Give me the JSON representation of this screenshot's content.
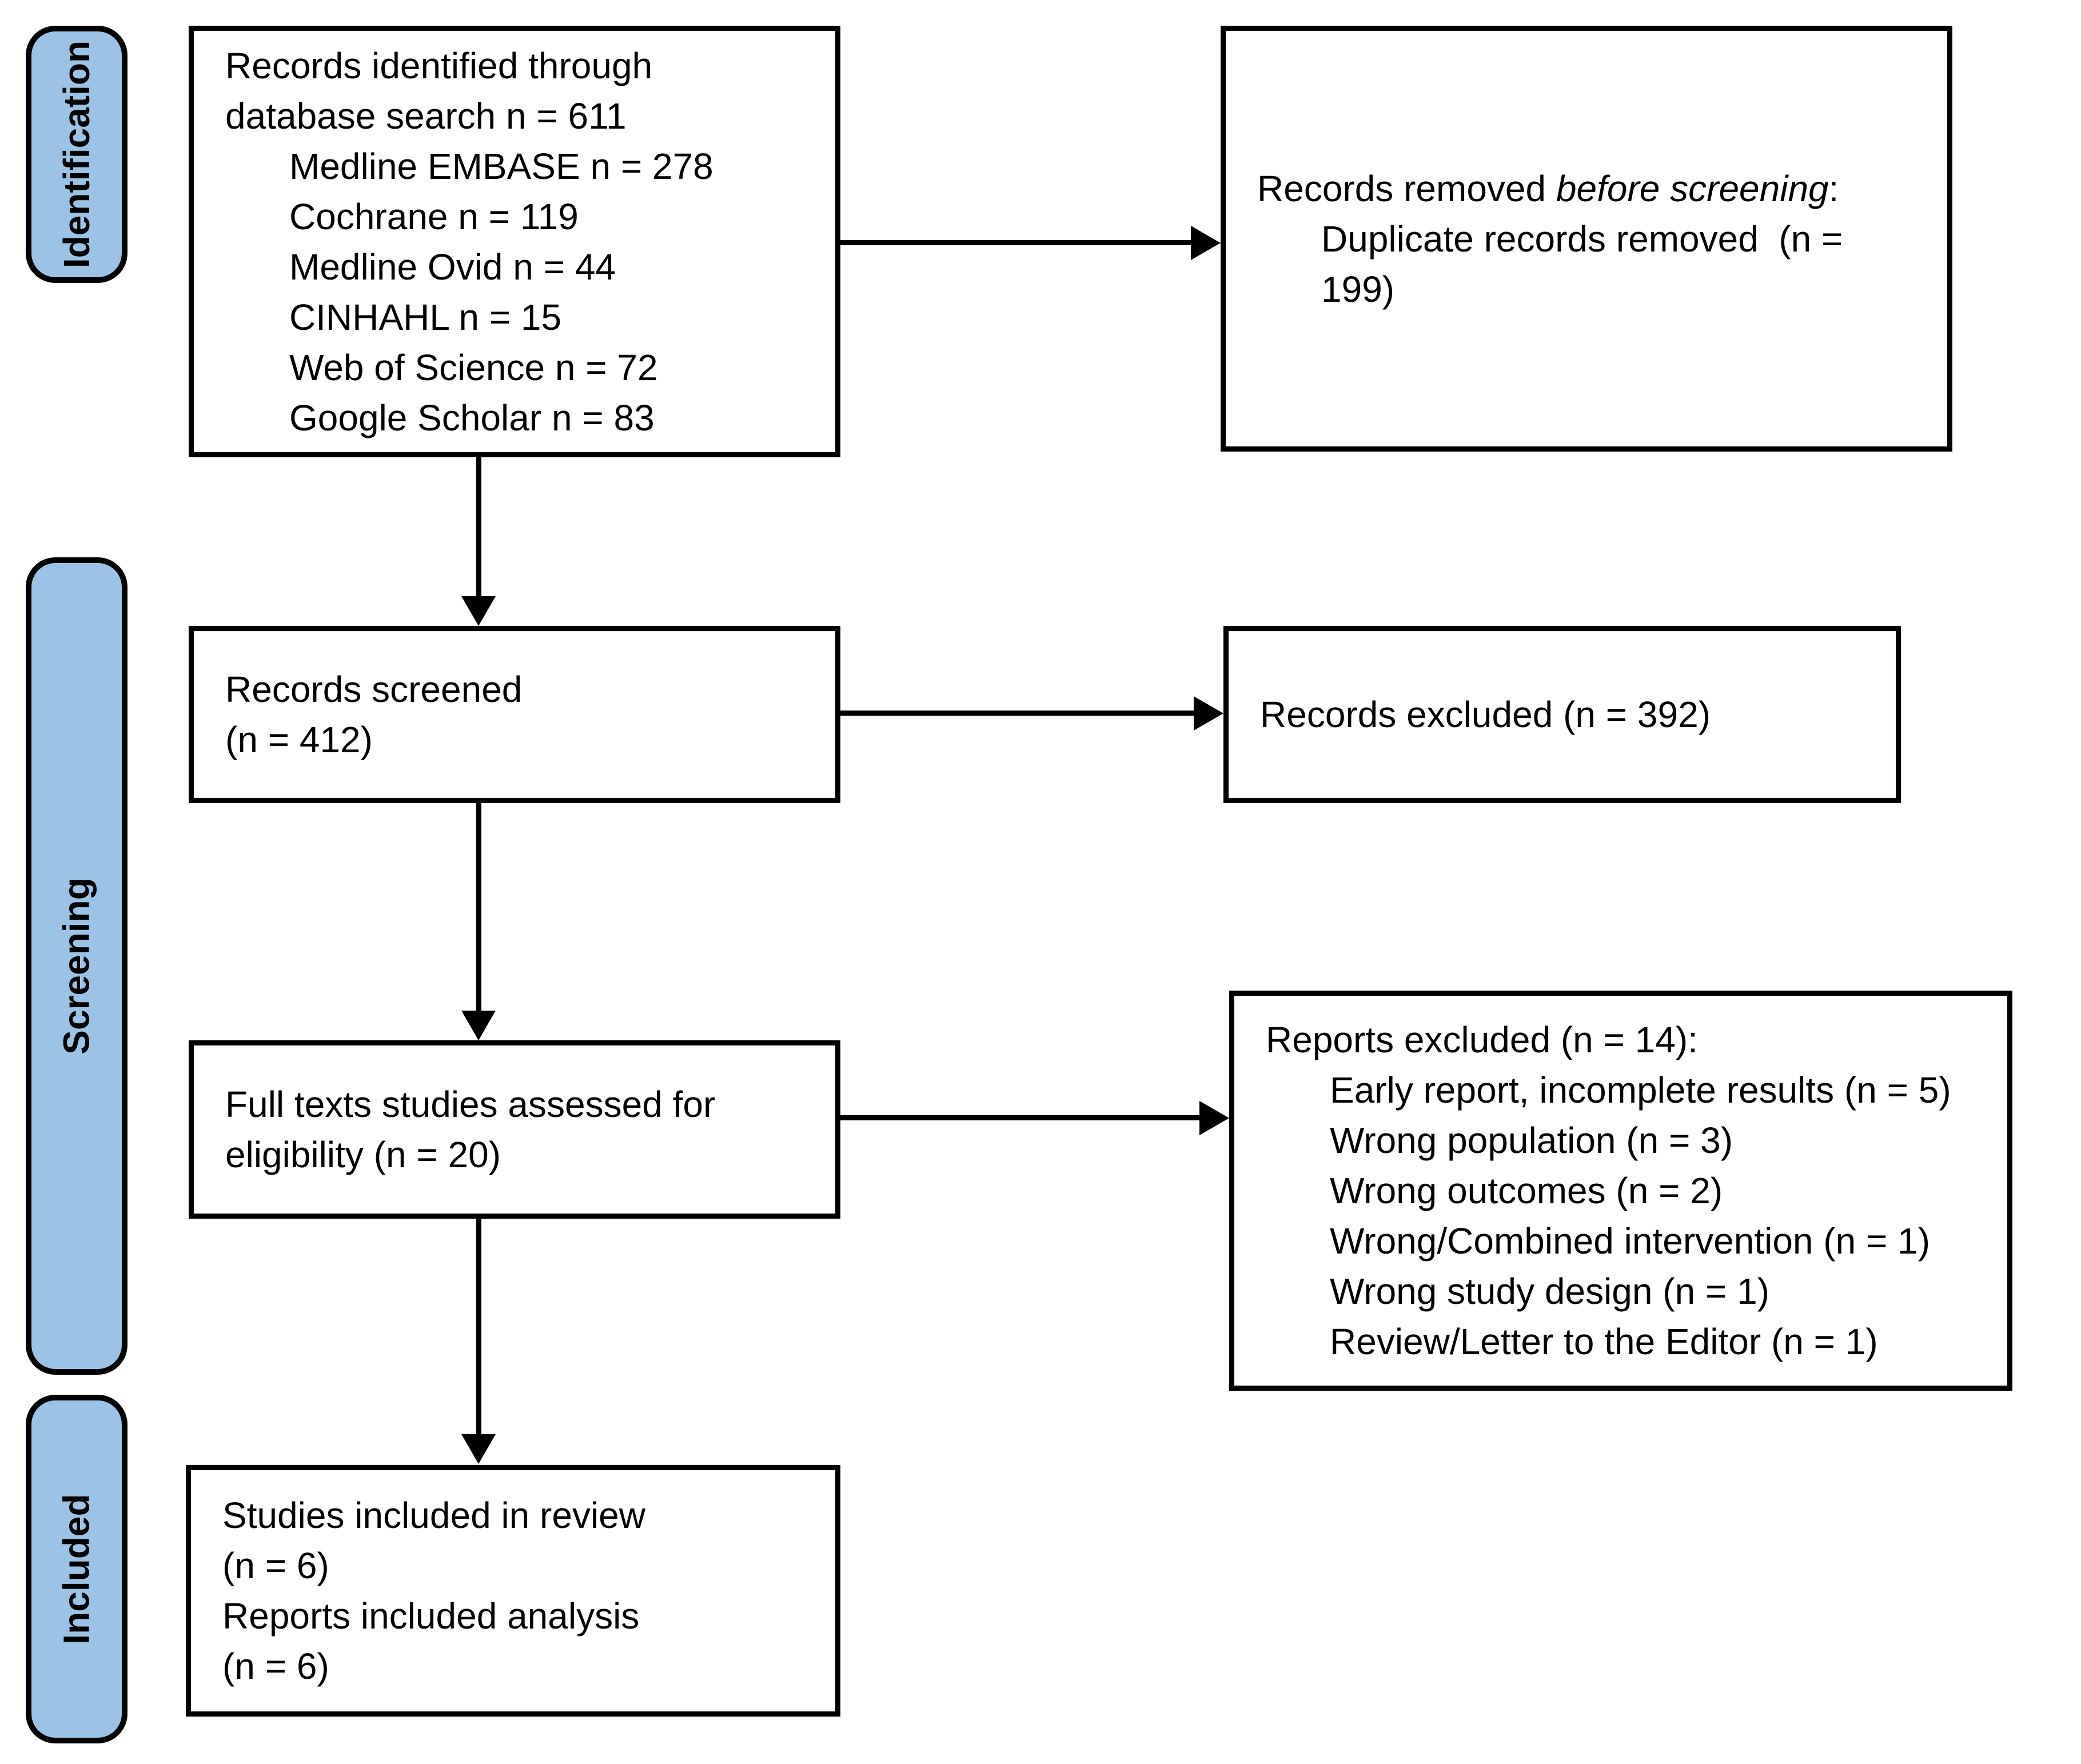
{
  "colors": {
    "stage_fill": "#9CC3E6",
    "border": "#000000",
    "background": "#FFFFFF",
    "text": "#000000"
  },
  "sidebar": {
    "stages": [
      {
        "label": "Identification"
      },
      {
        "label": "Screening"
      },
      {
        "label": "Included"
      }
    ]
  },
  "boxes": {
    "identified": {
      "title_lines": [
        "Records identified through",
        "database search n = 611"
      ],
      "items": [
        "Medline EMBASE n = 278",
        "Cochrane n = 119",
        "Medline Ovid n = 44",
        "CINHAHL n = 15",
        "Web of Science n = 72",
        "Google Scholar n = 83"
      ]
    },
    "removed": {
      "title_prefix": "Records removed ",
      "title_italic": "before screening",
      "title_suffix": ":",
      "item_lines": [
        "Duplicate records removed  (n =",
        "199)"
      ]
    },
    "screened": {
      "lines": [
        "Records screened",
        "(n = 412)"
      ]
    },
    "excluded_records": {
      "lines": [
        "Records excluded (n = 392)"
      ]
    },
    "fulltext": {
      "lines": [
        "Full texts studies assessed for",
        "eligibility (n = 20)"
      ]
    },
    "excluded_reports": {
      "title": "Reports excluded (n = 14):",
      "items": [
        "Early report, incomplete results (n = 5)",
        "Wrong population (n = 3)",
        "Wrong outcomes (n = 2)",
        "Wrong/Combined intervention (n = 1)",
        "Wrong study design (n = 1)",
        "Review/Letter to the Editor (n = 1)"
      ]
    },
    "included": {
      "lines": [
        "Studies included in review",
        "(n = 6)",
        "Reports included analysis",
        "(n = 6)"
      ]
    }
  }
}
